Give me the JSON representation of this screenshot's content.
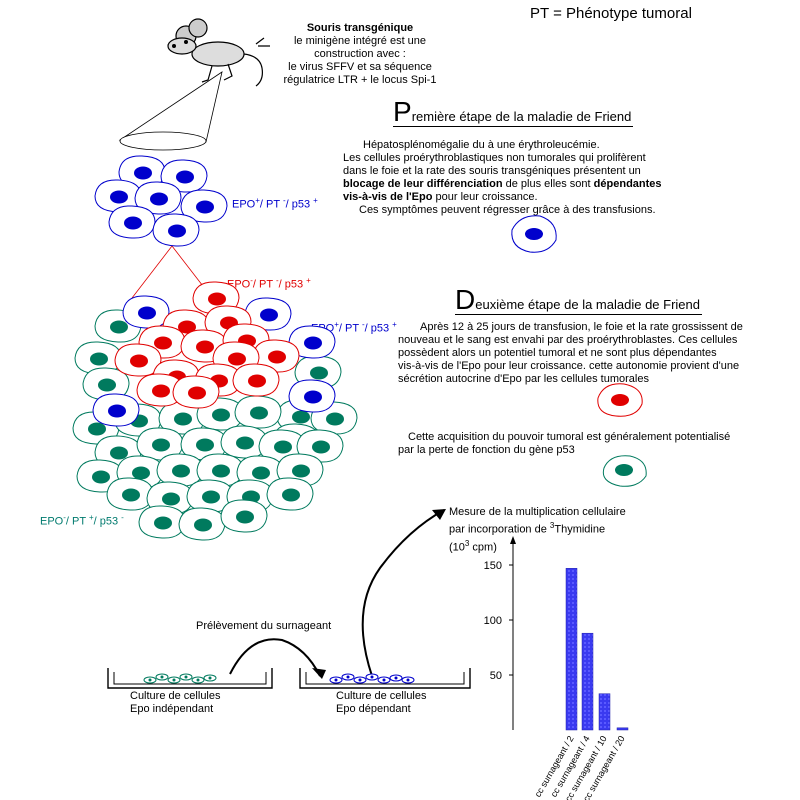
{
  "legend": "PT = Phénotype tumoral",
  "transgenic": {
    "title": "Souris transgénique",
    "lines": [
      "le minigène intégré est une",
      "construction avec :",
      "le virus SFFV et sa séquence",
      "régulatrice LTR + le locus Spi-1"
    ]
  },
  "stage1": {
    "initial": "P",
    "rest": "remière étape de la maladie de Friend",
    "line1": "Hépatosplénomégalie du à une érythroleucémie.",
    "line2": "Les cellules proérythroblastiques non tumorales qui prolifèrent",
    "line3": "dans le foie et la rate des souris transgéniques présentent un",
    "bold1": "blocage de leur différenciation",
    "mid": " de plus elles sont ",
    "bold2": "dépendantes",
    "bold3": "vis-à-vis de l'Epo",
    "tail": " pour leur croissance.",
    "line5": "Ces symptômes peuvent régresser grâce à des transfusions."
  },
  "stage2": {
    "initial": "D",
    "rest": "euxième étape de la maladie de Friend",
    "lines": [
      "Après 12 à 25 jours de transfusion, le foie et la rate grossissent de",
      "nouveau et le sang est envahi par des proérythroblastes. Ces cellules",
      "possèdent alors un potentiel tumoral et ne sont plus dépendantes",
      "vis-à-vis  de l'Epo pour leur croissance. cette autonomie provient d'une",
      "sécrétion autocrine d'Epo par les cellules tumorales"
    ],
    "p53_line1": "Cette acquisition du pouvoir tumoral est généralement potentialisé",
    "p53_line2": "par la perte de fonction du gène p53"
  },
  "labels": {
    "blue1": {
      "a": "EPO",
      "as": "+",
      "b": "/ PT ",
      "bs": "-",
      "c": "/ p53 ",
      "cs": "+"
    },
    "red": {
      "a": "EPO",
      "as": "-",
      "b": "/ PT ",
      "bs": "-",
      "c": "/ p53 ",
      "cs": "+"
    },
    "blue2": {
      "a": "EPO",
      "as": "+",
      "b": "/ PT ",
      "bs": "-",
      "c": "/ p53 ",
      "cs": "+"
    },
    "green": {
      "a": "EPO",
      "as": "-",
      "b": "/ PT ",
      "bs": "+",
      "c": "/ p53 ",
      "cs": "-"
    }
  },
  "culture": {
    "prelevement": "Prélèvement du surnageant",
    "left1": "Culture de cellules",
    "left2": "Epo indépendant",
    "right1": "Culture de cellules",
    "right2": "Epo dépendant"
  },
  "colors": {
    "blue": "#0000cc",
    "red": "#e00000",
    "green": "#007a5e",
    "bar": "#3a3af0"
  },
  "chart_data": {
    "type": "bar",
    "title_line1": "Mesure de la multiplication cellulaire",
    "title_line2": "par incorporation de ",
    "title_sup": "3",
    "title_line2b": "Thymidine",
    "unit_a": "(10",
    "unit_sup": "3",
    "unit_b": " cpm)",
    "categories": [
      "cc surnageant / 2",
      "cc surnageant / 4",
      "cc surnageant / 10",
      "cc surnageant / 20"
    ],
    "values": [
      147,
      88,
      33,
      2
    ],
    "ylim": [
      0,
      170
    ],
    "yticks": [
      50,
      100,
      150
    ]
  }
}
